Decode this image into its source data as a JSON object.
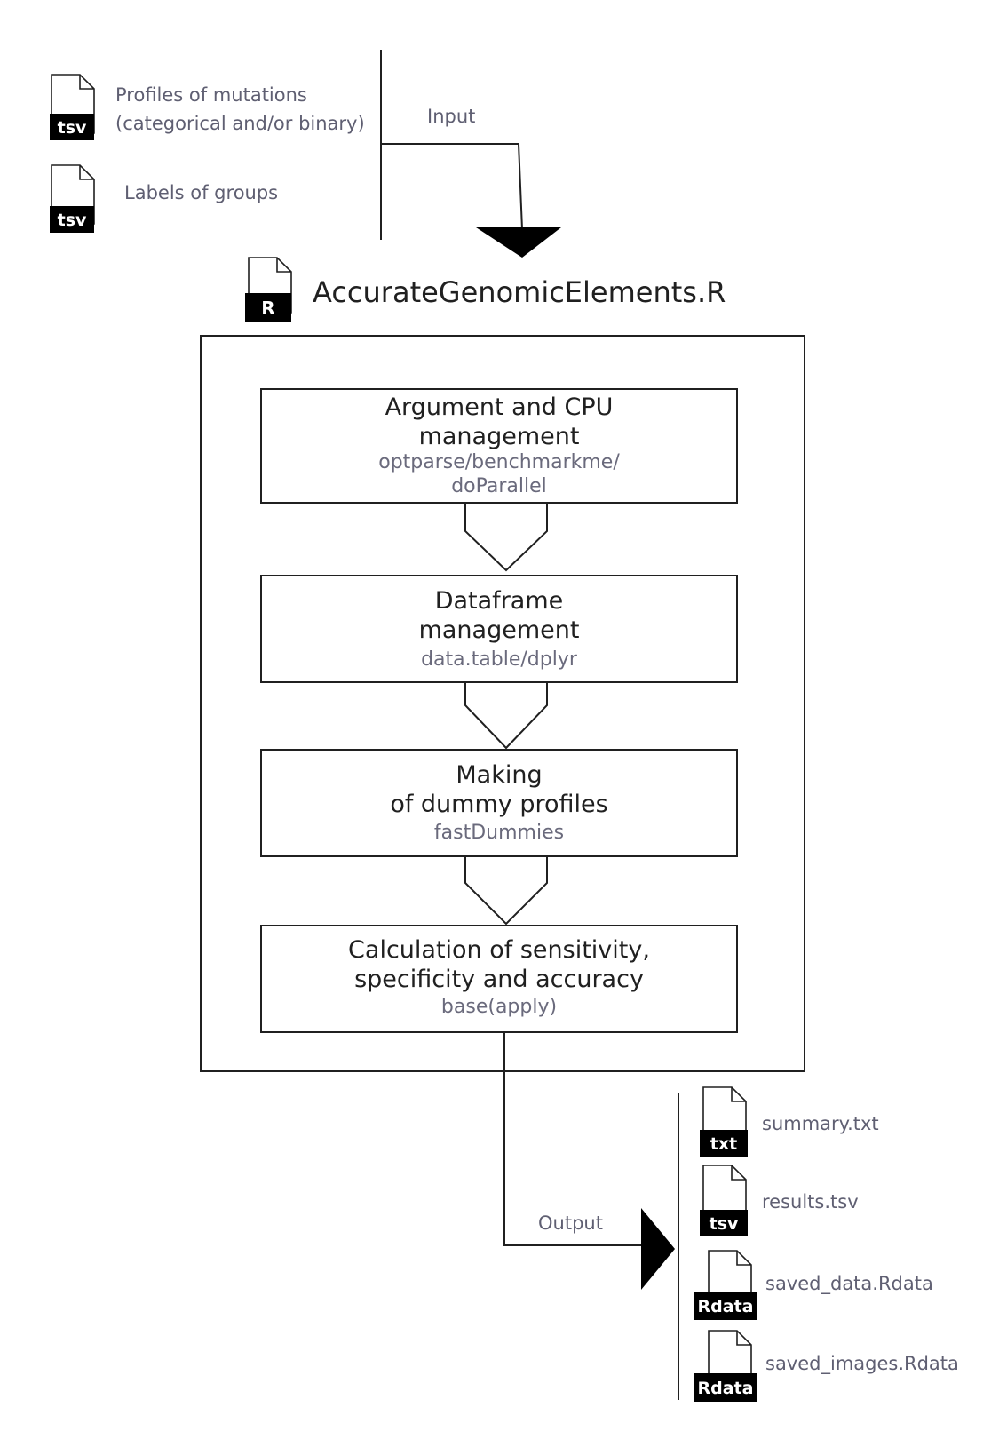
{
  "inputs": {
    "label": "Input",
    "files": [
      {
        "ext": "tsv",
        "lines": [
          "Profiles of mutations",
          "(categorical and/or binary)"
        ]
      },
      {
        "ext": "tsv",
        "lines": [
          "Labels of groups"
        ]
      }
    ]
  },
  "script": {
    "ext": "R",
    "name": "AccurateGenomicElements.R"
  },
  "steps": [
    {
      "title_lines": [
        "Argument and CPU",
        "management"
      ],
      "lib_lines": [
        "optparse/benchmarkme/",
        "doParallel"
      ]
    },
    {
      "title_lines": [
        "Dataframe",
        "management"
      ],
      "lib_lines": [
        "data.table/dplyr"
      ]
    },
    {
      "title_lines": [
        "Making",
        "of dummy profiles"
      ],
      "lib_lines": [
        "fastDummies"
      ]
    },
    {
      "title_lines": [
        "Calculation of sensitivity,",
        "specificity and accuracy"
      ],
      "lib_lines": [
        "base(apply)"
      ]
    }
  ],
  "outputs": {
    "label": "Output",
    "files": [
      {
        "ext": "txt",
        "name": "summary.txt"
      },
      {
        "ext": "tsv",
        "name": "results.tsv"
      },
      {
        "ext": "Rdata",
        "name": "saved_data.Rdata"
      },
      {
        "ext": "Rdata",
        "name": "saved_images.Rdata"
      }
    ]
  },
  "colors": {
    "line": "#202020",
    "label_text": "#5f5f72",
    "library_text": "#6a6a7c",
    "file_tag": "#000000"
  }
}
